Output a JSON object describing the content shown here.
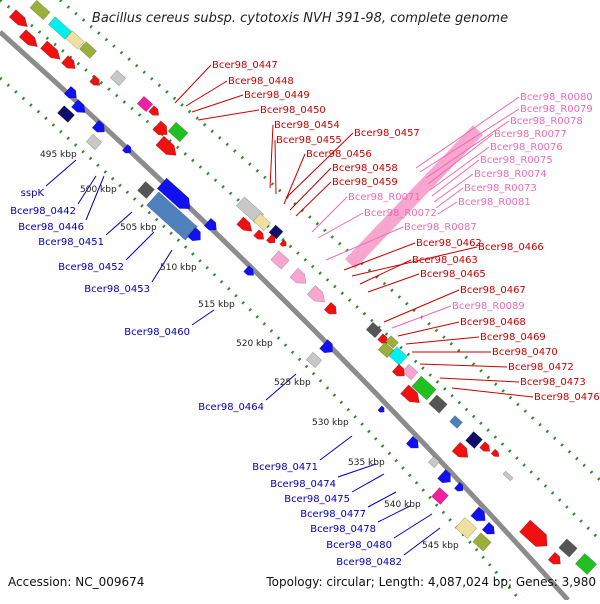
{
  "title": "Bacillus cereus subsp. cytotoxis NVH 391-98, complete genome",
  "footer": {
    "accession": "Accession: NC_009674",
    "summary": "Topology: circular; Length: 4,087,024 bp; Genes: 3,980"
  },
  "colors": {
    "backbone": "#8c8c8c",
    "tick": "#2e8b2e",
    "right_label": "#cc0000",
    "right_label_light": "#f06ab2",
    "left_label": "#0000bb",
    "feature_red": "#f01010",
    "feature_blue": "#1010f0",
    "feature_pink": "#f7a6d0",
    "feature_steel": "#4f81bd",
    "feature_gray": "#c8c8c8",
    "feature_dark": "#555555",
    "feature_cyan": "#00f0f0",
    "feature_olive": "#9ab03a",
    "feature_green": "#20c020",
    "feature_navy": "#10106a",
    "feature_magenta": "#f020a0",
    "feature_khaki": "#f0e0a0"
  },
  "kbp_labels": [
    "495 kbp",
    "500 kbp",
    "505 kbp",
    "510 kbp",
    "515 kbp",
    "520 kbp",
    "525 kbp",
    "530 kbp",
    "535 kbp",
    "540 kbp",
    "545 kbp"
  ],
  "right_genes": [
    {
      "name": "Bcer98_0447",
      "light": false
    },
    {
      "name": "Bcer98_0448",
      "light": false
    },
    {
      "name": "Bcer98_0449",
      "light": false
    },
    {
      "name": "Bcer98_0450",
      "light": false
    },
    {
      "name": "Bcer98_0454",
      "light": false
    },
    {
      "name": "Bcer98_0455",
      "light": false
    },
    {
      "name": "Bcer98_0457",
      "light": false
    },
    {
      "name": "Bcer98_0456",
      "light": false
    },
    {
      "name": "Bcer98_0458",
      "light": false
    },
    {
      "name": "Bcer98_0459",
      "light": false
    },
    {
      "name": "Bcer98_R0071",
      "light": true
    },
    {
      "name": "Bcer98_R0072",
      "light": true
    },
    {
      "name": "Bcer98_R0087",
      "light": true
    },
    {
      "name": "Bcer98_0462",
      "light": false
    },
    {
      "name": "Bcer98_0466",
      "light": false
    },
    {
      "name": "Bcer98_0463",
      "light": false
    },
    {
      "name": "Bcer98_0465",
      "light": false
    },
    {
      "name": "Bcer98_0467",
      "light": false
    },
    {
      "name": "Bcer98_R0089",
      "light": true
    },
    {
      "name": "Bcer98_0468",
      "light": false
    },
    {
      "name": "Bcer98_0469",
      "light": false
    },
    {
      "name": "Bcer98_0470",
      "light": false
    },
    {
      "name": "Bcer98_0472",
      "light": false
    },
    {
      "name": "Bcer98_0473",
      "light": false
    },
    {
      "name": "Bcer98_0476",
      "light": false
    },
    {
      "name": "Bcer98_R0080",
      "light": true
    },
    {
      "name": "Bcer98_R0079",
      "light": true
    },
    {
      "name": "Bcer98_R0078",
      "light": true
    },
    {
      "name": "Bcer98_R0077",
      "light": true
    },
    {
      "name": "Bcer98_R0076",
      "light": true
    },
    {
      "name": "Bcer98_R0075",
      "light": true
    },
    {
      "name": "Bcer98_R0074",
      "light": true
    },
    {
      "name": "Bcer98_R0073",
      "light": true
    },
    {
      "name": "Bcer98_R0081",
      "light": true
    }
  ],
  "left_genes": [
    "sspK",
    "Bcer98_0442",
    "Bcer98_0446",
    "Bcer98_0451",
    "Bcer98_0452",
    "Bcer98_0453",
    "Bcer98_0460",
    "Bcer98_0464",
    "Bcer98_0471",
    "Bcer98_0474",
    "Bcer98_0475",
    "Bcer98_0477",
    "Bcer98_0478",
    "Bcer98_0480",
    "Bcer98_0482"
  ]
}
